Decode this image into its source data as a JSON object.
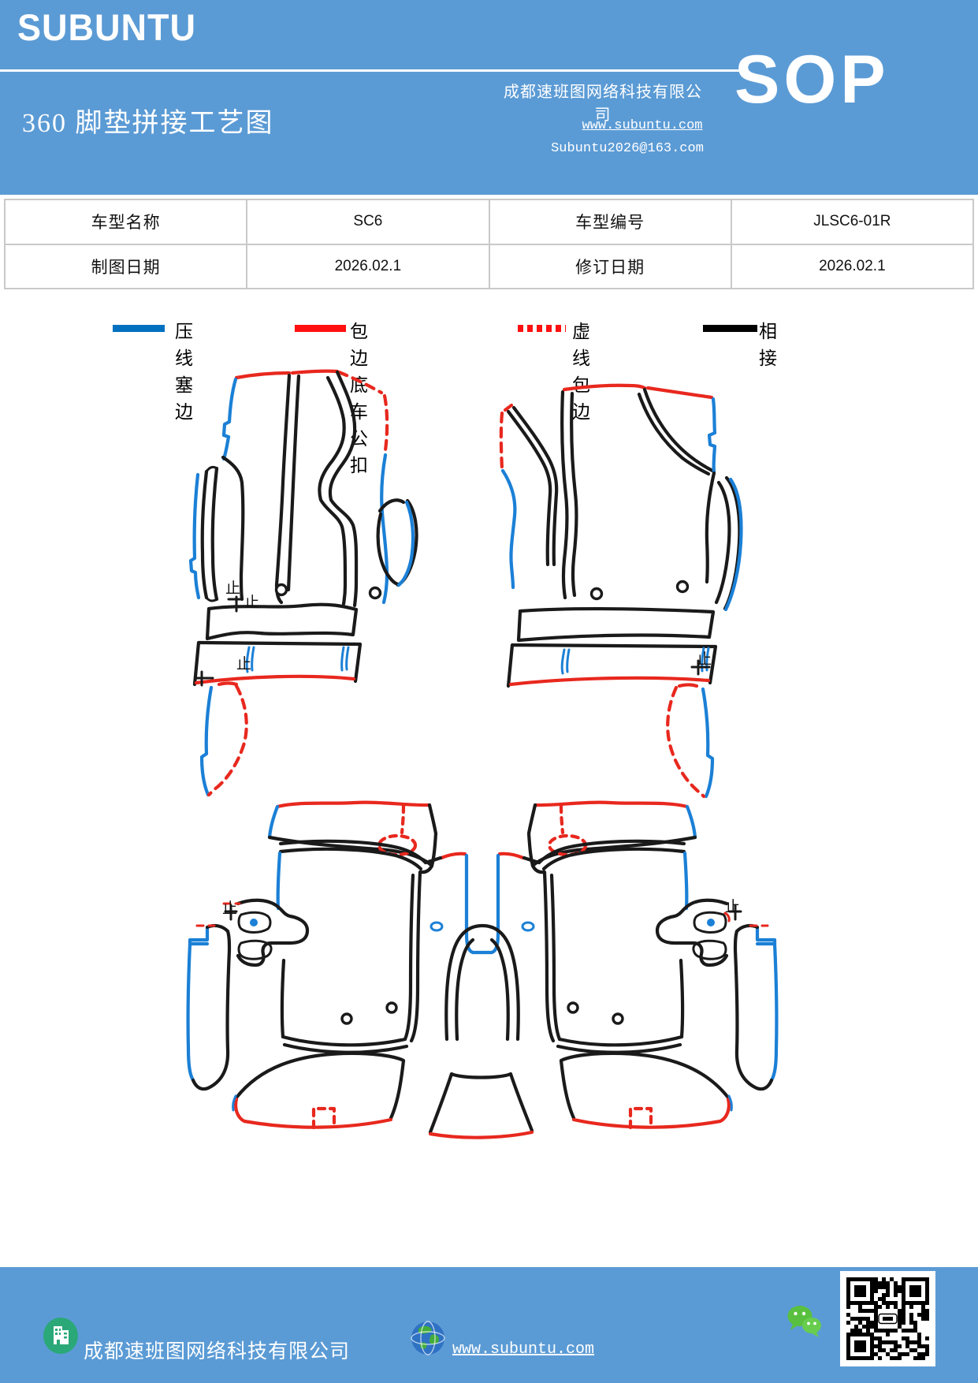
{
  "header": {
    "brand": "SUBUNTU",
    "title": "360 脚垫拼接工艺图",
    "company": "成都速班图网络科技有限公司",
    "sop": "SOP",
    "website": "www.subuntu.com",
    "email": "Subuntu2026@163.com"
  },
  "info_table": {
    "rows": [
      [
        "车型名称",
        "SC6",
        "车型编号",
        "JLSC6-01R"
      ],
      [
        "制图日期",
        "2026.02.1",
        "修订日期",
        "2026.02.1"
      ]
    ]
  },
  "legend": {
    "items": [
      {
        "label": "压线塞边",
        "color": "#0070c0",
        "line_style": "solid"
      },
      {
        "label": "包边底车公扣",
        "color": "#fe1010",
        "line_style": "solid"
      },
      {
        "label": "虚线包边",
        "color": "#fe1010",
        "line_style": "dotted"
      },
      {
        "label": "相接",
        "color": "#000000",
        "line_style": "solid"
      }
    ]
  },
  "diagram": {
    "stop_mark": "止",
    "line_colors": {
      "blue": "#1b80d6",
      "red": "#e8281e",
      "black": "#1a1a1a"
    }
  },
  "footer": {
    "company": "成都速班图网络科技有限公司",
    "website": "www.subuntu.com"
  },
  "theme": {
    "band": "#5b9bd5",
    "table-border": "#c9c9c9"
  }
}
